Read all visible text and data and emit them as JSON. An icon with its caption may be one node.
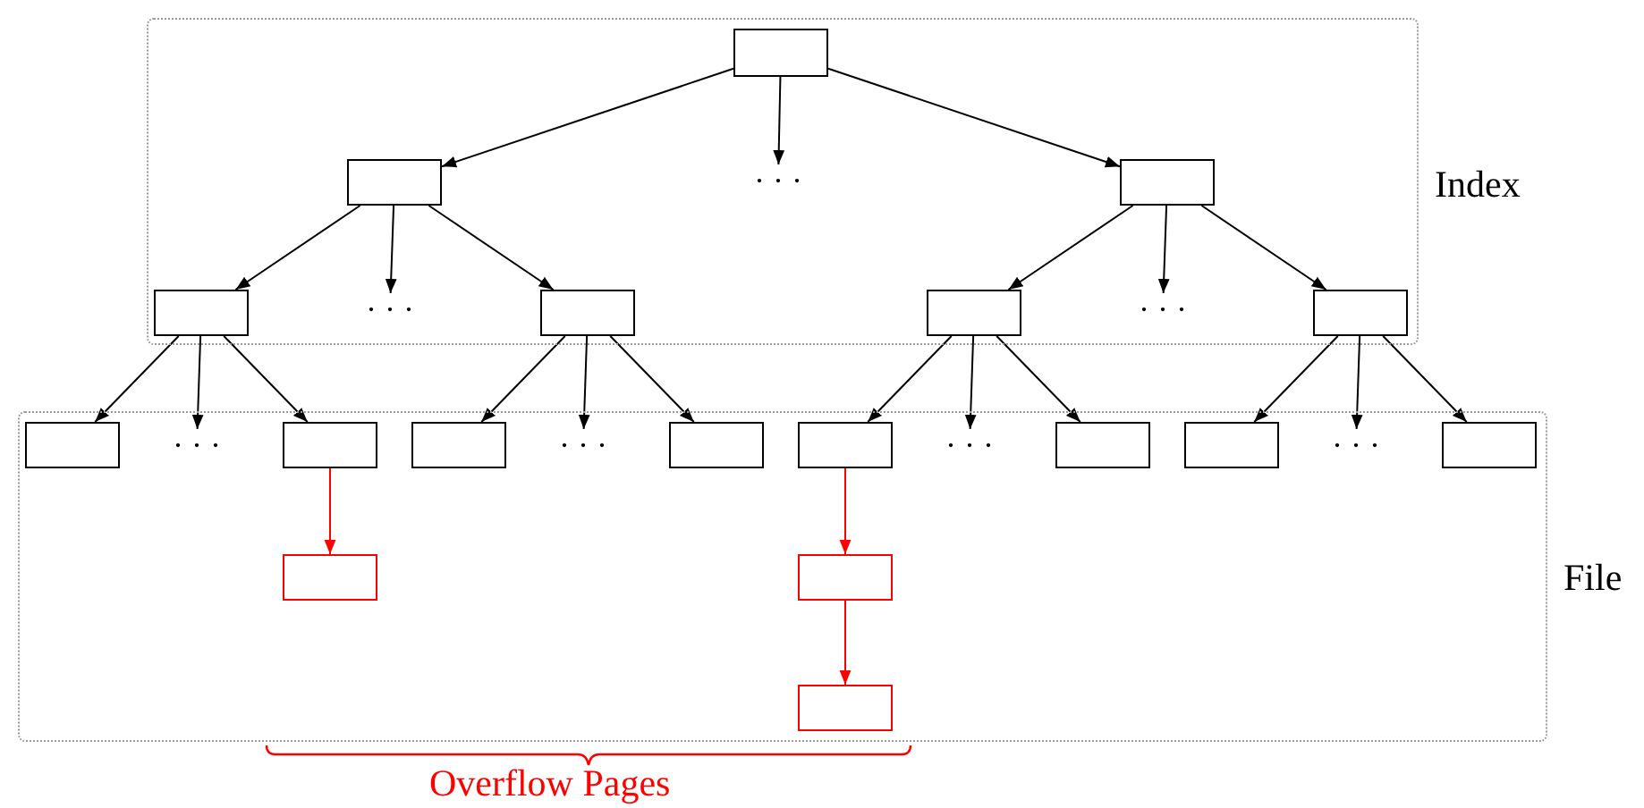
{
  "diagram": {
    "nodes": [
      {
        "text": [
          "Index"
        ]
      },
      {
        "text": [],
        "shape": "box",
        "in": 0
      },
      {
        "text": [],
        "shape": "box",
        "in": 0
      },
      {
        "text": [
          "· · ·"
        ],
        "in": 0
      },
      {
        "text": [],
        "shape": "box",
        "in": 0
      },
      {
        "text": [],
        "shape": "box",
        "in": 0
      },
      {
        "text": [
          "· · ·"
        ],
        "in": 0
      },
      {
        "text": [],
        "shape": "box",
        "in": 0
      },
      {
        "text": [],
        "shape": "box",
        "in": 0
      },
      {
        "text": [
          "· · ·"
        ],
        "in": 0
      },
      {
        "text": [],
        "shape": "box",
        "in": 0
      },
      {
        "text": [
          "File"
        ]
      },
      {
        "text": [],
        "shape": "box",
        "in": 11
      },
      {
        "text": [
          "· · ·"
        ],
        "in": 11
      },
      {
        "text": [],
        "shape": "box",
        "in": 11
      },
      {
        "text": [],
        "shape": "box",
        "in": 11
      },
      {
        "text": [
          "· · ·"
        ],
        "in": 11
      },
      {
        "text": [],
        "shape": "box",
        "in": 11
      },
      {
        "text": [],
        "shape": "box",
        "in": 11
      },
      {
        "text": [
          "· · ·"
        ],
        "in": 11
      },
      {
        "text": [],
        "shape": "box",
        "in": 11
      },
      {
        "text": [],
        "shape": "box",
        "in": 11
      },
      {
        "text": [
          "· · ·"
        ],
        "in": 11
      },
      {
        "text": [],
        "shape": "box",
        "in": 11
      },
      {
        "text": [],
        "shape": "box",
        "in": 11
      },
      {
        "text": [],
        "shape": "box",
        "in": 11
      },
      {
        "text": [],
        "shape": "box",
        "in": 11
      }
    ],
    "edges": [
      {
        "from": 1,
        "to": 2,
        "arrow": "to"
      },
      {
        "from": 1,
        "to": 3,
        "arrow": "to"
      },
      {
        "from": 1,
        "to": 4,
        "arrow": "to"
      },
      {
        "from": 2,
        "to": 5,
        "arrow": "to"
      },
      {
        "from": 2,
        "to": 6,
        "arrow": "to"
      },
      {
        "from": 2,
        "to": 7,
        "arrow": "to"
      },
      {
        "from": 4,
        "to": 8,
        "arrow": "to"
      },
      {
        "from": 4,
        "to": 9,
        "arrow": "to"
      },
      {
        "from": 4,
        "to": 10,
        "arrow": "to"
      },
      {
        "from": 5,
        "to": 12,
        "arrow": "to"
      },
      {
        "from": 5,
        "to": 13,
        "arrow": "to"
      },
      {
        "from": 5,
        "to": 14,
        "arrow": "to"
      },
      {
        "from": 7,
        "to": 15,
        "arrow": "to"
      },
      {
        "from": 7,
        "to": 16,
        "arrow": "to"
      },
      {
        "from": 7,
        "to": 17,
        "arrow": "to"
      },
      {
        "from": 8,
        "to": 18,
        "arrow": "to"
      },
      {
        "from": 8,
        "to": 19,
        "arrow": "to"
      },
      {
        "from": 8,
        "to": 20,
        "arrow": "to"
      },
      {
        "from": 10,
        "to": 21,
        "arrow": "to"
      },
      {
        "from": 10,
        "to": 22,
        "arrow": "to"
      },
      {
        "from": 10,
        "to": 23,
        "arrow": "to"
      },
      {
        "from": 14,
        "to": 24,
        "arrow": "to",
        "color": "#ff0000"
      },
      {
        "from": 18,
        "to": 25,
        "arrow": "to",
        "color": "#ff0000"
      },
      {
        "from": 25,
        "to": 26,
        "arrow": "to",
        "color": "#ff0000"
      }
    ],
    "labels": [
      "Overflow Pages"
    ]
  }
}
